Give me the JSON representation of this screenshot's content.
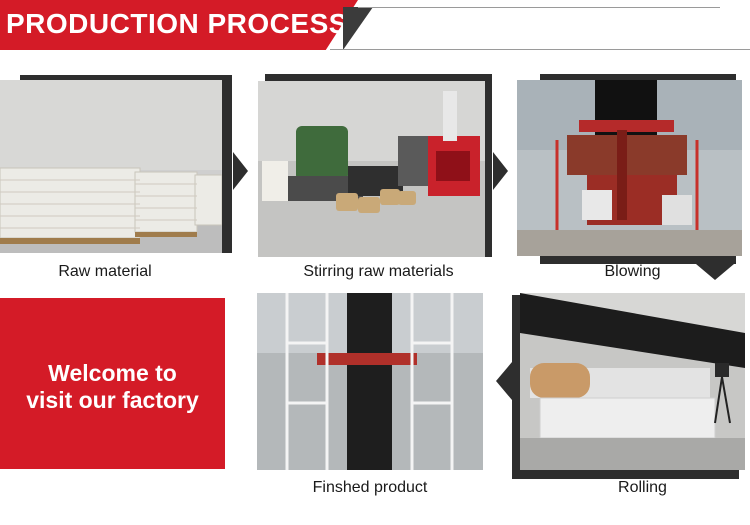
{
  "header": {
    "title": "PRODUCTION PROCESS"
  },
  "steps": [
    {
      "label": "Raw material",
      "icon": "raw-material-photo"
    },
    {
      "label": "Stirring raw materials",
      "icon": "stirring-photo"
    },
    {
      "label": "Blowing",
      "icon": "blowing-photo"
    },
    {
      "label": "Rolling",
      "icon": "rolling-photo"
    },
    {
      "label": "Finshed product",
      "icon": "finished-product-photo"
    }
  ],
  "welcome": {
    "line1": "Welcome to",
    "line2": "visit our factory"
  },
  "colors": {
    "brand_red": "#d41b27",
    "frame_dark": "#2e2e2e",
    "text": "#1a1a1a"
  }
}
